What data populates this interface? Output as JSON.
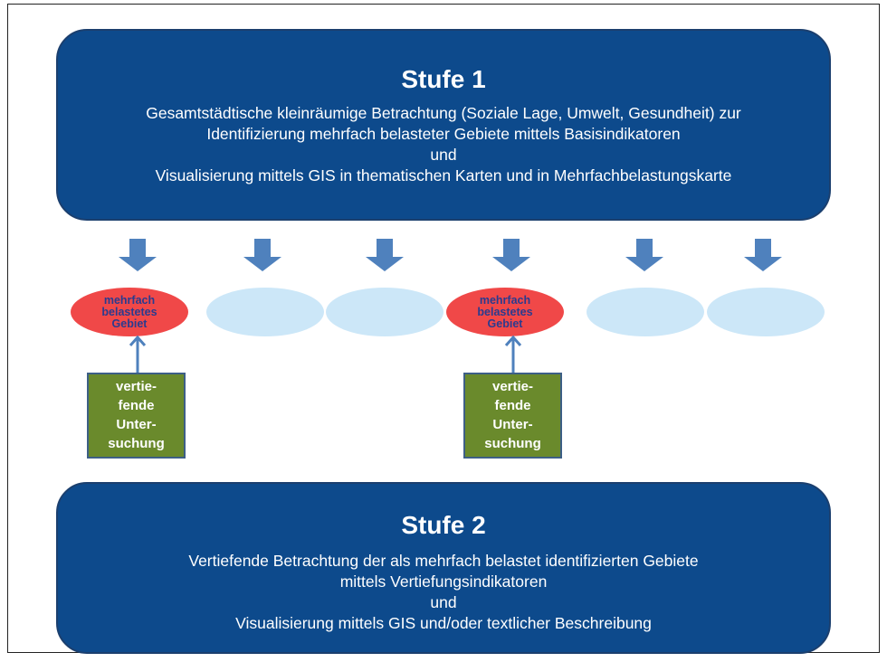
{
  "stufe1": {
    "title": "Stufe 1",
    "lines": [
      "Gesamtstädtische kleinräumige Betrachtung (Soziale Lage, Umwelt, Gesundheit) zur",
      "Identifizierung mehrfach belasteter Gebiete mittels Basisindikatoren",
      "und",
      "Visualisierung mittels GIS in thematischen Karten und in Mehrfachbelastungskarte"
    ]
  },
  "areas": {
    "burdened_label": [
      "mehrfach",
      "belastetes",
      "Gebiet"
    ]
  },
  "investigation": {
    "lines": [
      "vertie-",
      "fende",
      "Unter-",
      "suchung"
    ]
  },
  "stufe2": {
    "title": "Stufe 2",
    "lines": [
      "Vertiefende Betrachtung der als mehrfach belastet identifizierten Gebiete",
      "mittels Vertiefungsindikatoren",
      "und",
      "Visualisierung mittels GIS und/oder textlicher Beschreibung"
    ]
  },
  "colors": {
    "stage": "#0d4a8c",
    "arrow": "#4f81bd",
    "burdened": "#f04848",
    "area": "#cce7f8",
    "investigation": "#6a8a2c"
  }
}
